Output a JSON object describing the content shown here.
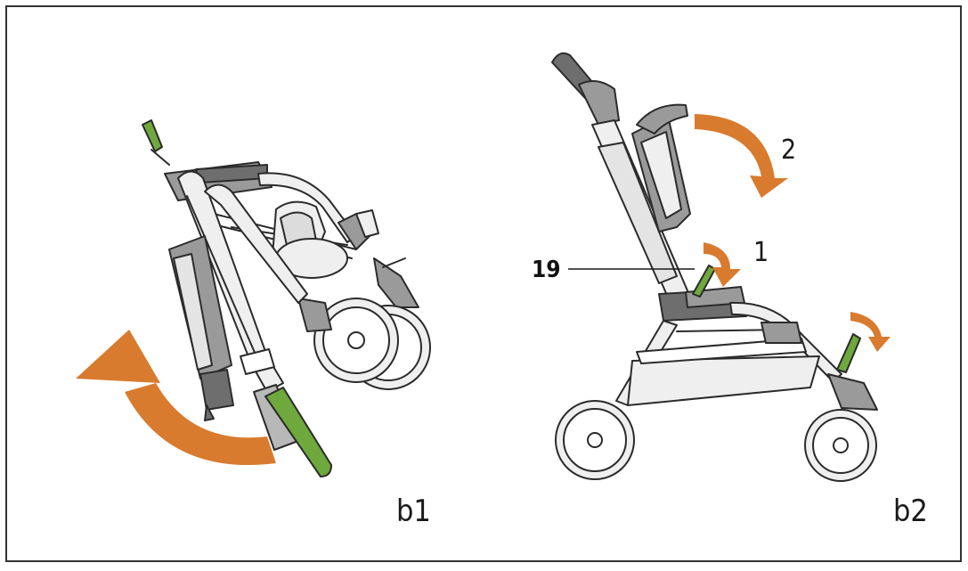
{
  "colors": {
    "orange_arrow": "#D87B2E",
    "green_part": "#6FA83C",
    "frame_outline": "#2b2b2b",
    "gray_fabric": "#9a9a9a",
    "light_fill": "#efefef",
    "border": "#333333"
  },
  "panels": [
    {
      "id": "b1",
      "label": "b1",
      "description_icon": "folded-stroller-icon"
    },
    {
      "id": "b2",
      "label": "b2",
      "description_icon": "stroller-side-view-icon"
    }
  ],
  "callouts": {
    "part_number": "19",
    "step_1": "1",
    "step_2": "2"
  }
}
